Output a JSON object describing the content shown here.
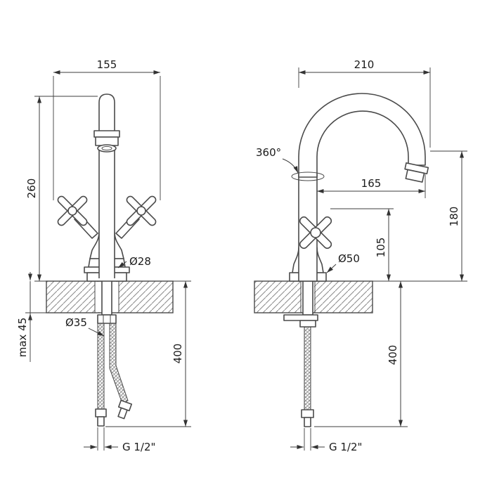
{
  "front_view": {
    "width": "155",
    "height": "260",
    "max_counter_thickness": "max 45",
    "body_diameter": "Ø28",
    "hole_diameter": "Ø35",
    "hose_length": "400",
    "connection_thread": "G 1/2\""
  },
  "side_view": {
    "width": "210",
    "swivel_angle": "360°",
    "spout_reach": "165",
    "spout_height": "180",
    "body_height": "105",
    "base_diameter": "Ø50",
    "hose_length": "400",
    "connection_thread": "G 1/2\""
  }
}
